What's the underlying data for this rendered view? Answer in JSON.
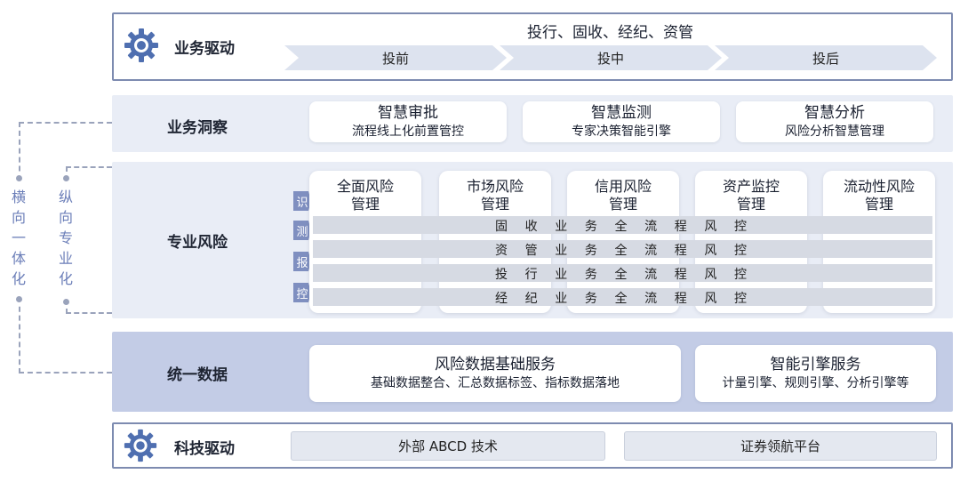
{
  "business_drive": {
    "label": "业务驱动",
    "top_label": "投行、固收、经纪、资管",
    "stages": [
      "投前",
      "投中",
      "投后"
    ]
  },
  "business_insight": {
    "label": "业务洞察",
    "cards": [
      {
        "title": "智慧审批",
        "subtitle": "流程线上化前置管控"
      },
      {
        "title": "智慧监测",
        "subtitle": "专家决策智能引擎"
      },
      {
        "title": "智慧分析",
        "subtitle": "风险分析智慧管理"
      }
    ]
  },
  "professional_risk": {
    "label": "专业风险",
    "step_tabs": [
      "识",
      "测",
      "报",
      "控"
    ],
    "columns": [
      {
        "line1": "全面风险",
        "line2": "管理"
      },
      {
        "line1": "市场风险",
        "line2": "管理"
      },
      {
        "line1": "信用风险",
        "line2": "管理"
      },
      {
        "line1": "资产监控",
        "line2": "管理"
      },
      {
        "line1": "流动性风险",
        "line2": "管理"
      }
    ],
    "rows": [
      [
        "固",
        "收",
        "业",
        "务",
        "全",
        "流",
        "程",
        "风",
        "控"
      ],
      [
        "资",
        "管",
        "业",
        "务",
        "全",
        "流",
        "程",
        "风",
        "控"
      ],
      [
        "投",
        "行",
        "业",
        "务",
        "全",
        "流",
        "程",
        "风",
        "控"
      ],
      [
        "经",
        "纪",
        "业",
        "务",
        "全",
        "流",
        "程",
        "风",
        "控"
      ]
    ]
  },
  "unified_data": {
    "label": "统一数据",
    "cards": [
      {
        "title": "风险数据基础服务",
        "subtitle": "基础数据整合、汇总数据标签、指标数据落地"
      },
      {
        "title": "智能引擎服务",
        "subtitle": "计量引擎、规则引擎、分析引擎等"
      }
    ]
  },
  "tech_drive": {
    "label": "科技驱动",
    "items": [
      "外部 ABCD 技术",
      "证券领航平台"
    ]
  },
  "side": {
    "horizontal": [
      "横",
      "向",
      "一",
      "体",
      "化"
    ],
    "vertical": [
      "纵",
      "向",
      "专",
      "业",
      "化"
    ]
  },
  "colors": {
    "frame": "#7d8bb0",
    "light_band": "#e9edf6",
    "mid_band": "#c3cce6",
    "gear": "#4f6fb0",
    "tab": "#7f8fc0",
    "side_text": "#6b7eb8"
  },
  "icons": [
    "gear-icon"
  ]
}
